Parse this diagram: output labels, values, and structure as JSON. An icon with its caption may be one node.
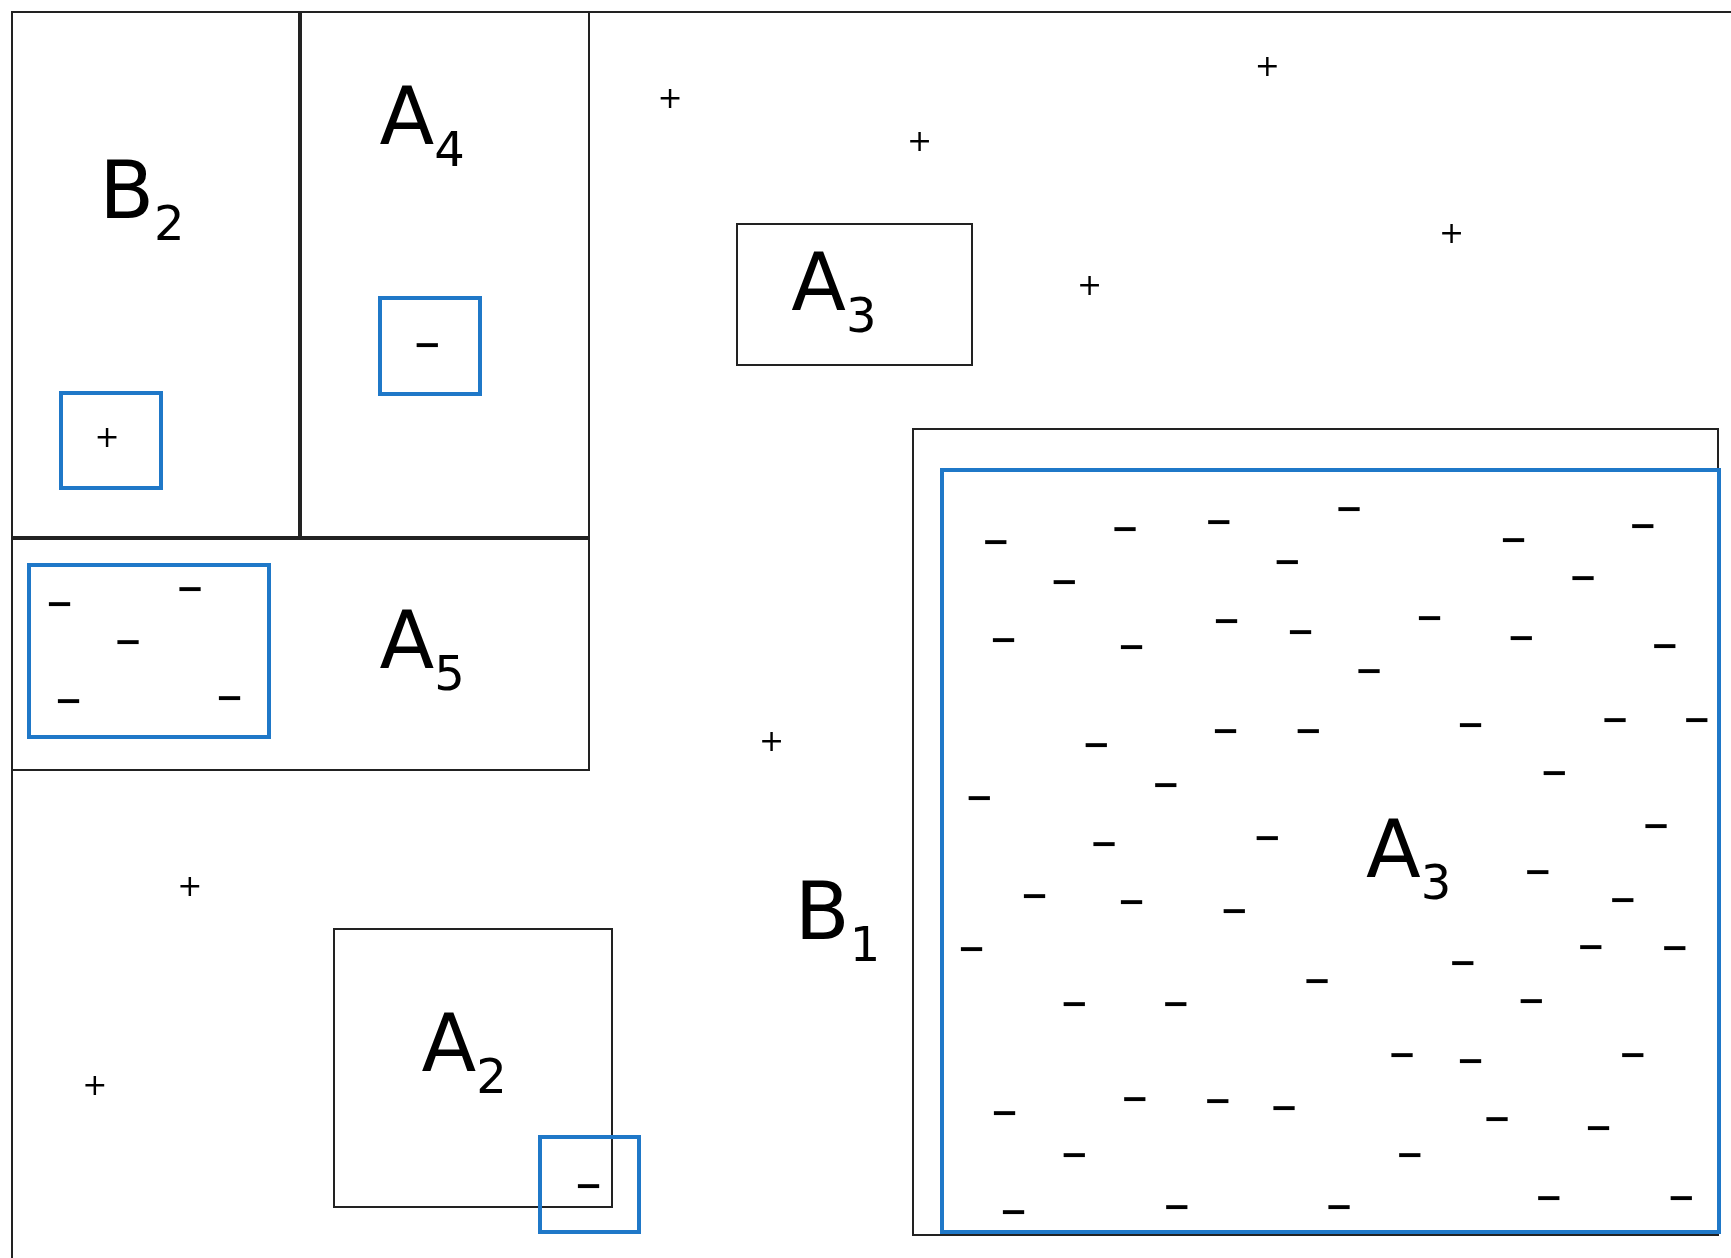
{
  "diagram": {
    "nodes": [
      {
        "text": [
          "B$_{2}$"
        ]
      },
      {
        "text": [],
        "shape": "box",
        "in": 0
      },
      {
        "text": [
          "A$_{4}$"
        ]
      },
      {
        "text": [],
        "shape": "box",
        "in": 2
      },
      {
        "text": [
          "A$_{5}$"
        ]
      },
      {
        "text": [],
        "shape": "box",
        "in": 4
      },
      {
        "text": [
          "A$_{3}$"
        ]
      },
      {
        "text": [
          "A$_{2}$"
        ]
      },
      {
        "text": [],
        "shape": "box"
      },
      {
        "text": [
          "B$_{1}$"
        ]
      },
      {
        "text": [
          "A$_{3}$"
        ],
        "in": 9
      }
    ],
    "labels": [
      "+",
      "+",
      "+",
      "+",
      "+",
      "−",
      "+",
      "−",
      "−",
      "−",
      "−",
      "−",
      "−",
      "−",
      "−",
      "−",
      "−",
      "−",
      "−",
      "−",
      "−",
      "−",
      "−",
      "−",
      "−",
      "−",
      "−",
      "−",
      "−",
      "−",
      "−",
      "−",
      "−",
      "−",
      "+",
      "−",
      "−",
      "−",
      "−",
      "−",
      "−",
      "−",
      "−",
      "+",
      "−",
      "−",
      "−",
      "−",
      "−",
      "−",
      "−",
      "−",
      "−",
      "−",
      "−",
      "−",
      "−",
      "−",
      "−",
      "+",
      "−",
      "−",
      "−",
      "−",
      "−",
      "−",
      "−",
      "−",
      "−",
      "−",
      "−",
      "−",
      "−",
      "−"
    ]
  }
}
